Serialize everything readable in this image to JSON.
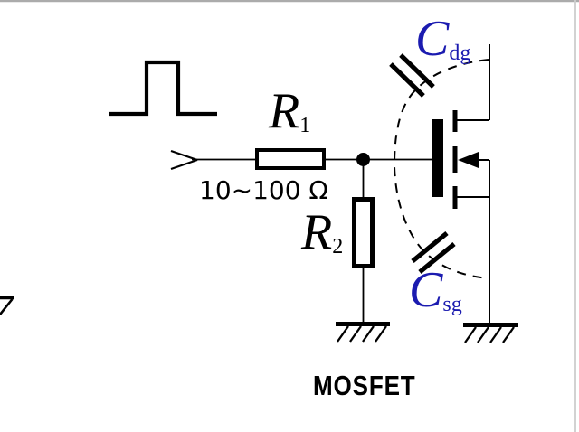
{
  "figure": {
    "caption": "MOSFET",
    "r1": {
      "base": "R",
      "sub": "1",
      "value": "10~100 Ω"
    },
    "r2": {
      "base": "R",
      "sub": "2"
    },
    "cdg": {
      "base": "C",
      "sub": "dg"
    },
    "csg": {
      "base": "C",
      "sub": "sg"
    },
    "colors": {
      "wire": "#000000",
      "capacitor_label": "#1b1bb0",
      "top_border": "#ababab",
      "right_border": "#cdcdcd"
    }
  }
}
